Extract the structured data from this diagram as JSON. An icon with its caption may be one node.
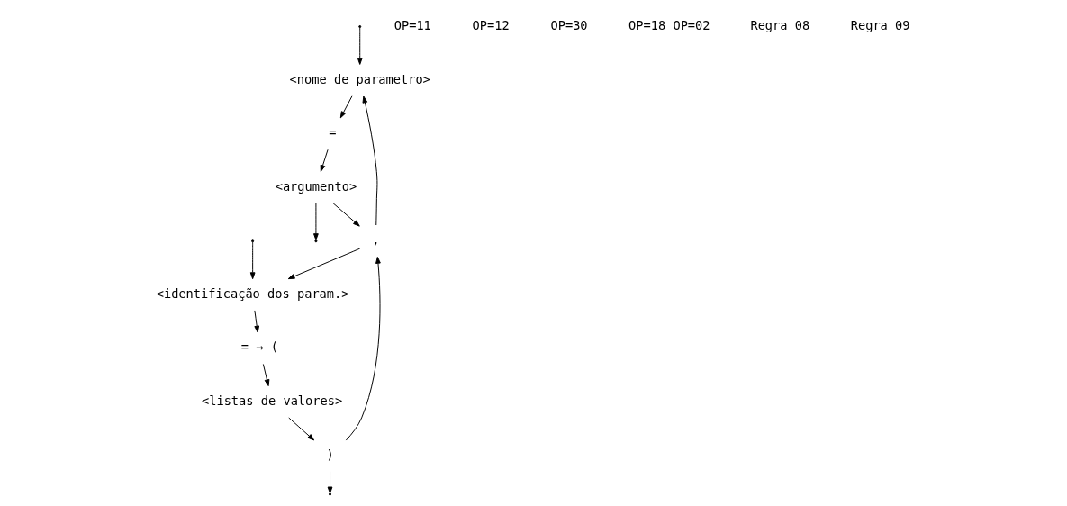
{
  "diagram": {
    "nodes": [
      {
        "text": [
          "<nome de parametro>"
        ]
      },
      {
        "text": [
          "="
        ]
      },
      {
        "text": [
          "<argumento>"
        ]
      },
      {
        "text": [
          "<identificação dos param.>"
        ]
      },
      {
        "text": [
          "= → ("
        ]
      },
      {
        "text": [
          "<listas de valores>"
        ]
      },
      {
        "text": [
          ")"
        ]
      },
      {
        "text": [
          ","
        ]
      }
    ],
    "edges": [
      {
        "from": null,
        "to": 0,
        "arrow": "to"
      },
      {
        "from": null,
        "to": 3,
        "arrow": "to"
      },
      {
        "from": 0,
        "to": 1,
        "arrow": "to"
      },
      {
        "from": 1,
        "to": 2,
        "arrow": "to"
      },
      {
        "from": 3,
        "to": 4,
        "arrow": "to"
      },
      {
        "from": 4,
        "to": 5,
        "arrow": "to"
      },
      {
        "from": 5,
        "to": 6,
        "arrow": "to"
      },
      {
        "from": 2,
        "to": null,
        "arrow": "to"
      },
      {
        "from": 6,
        "to": null,
        "arrow": "to"
      },
      {
        "from": 2,
        "to": 7,
        "arrow": "to"
      },
      {
        "from": 6,
        "to": 7,
        "arrow": "to"
      },
      {
        "from": 7,
        "to": 0,
        "arrow": "to"
      },
      {
        "from": 7,
        "to": 3,
        "arrow": "to"
      }
    ],
    "labels": [
      "OP=11",
      "OP=12",
      "OP=30",
      "OP=18 OP=02",
      "Regra 08",
      "Regra 09"
    ]
  }
}
